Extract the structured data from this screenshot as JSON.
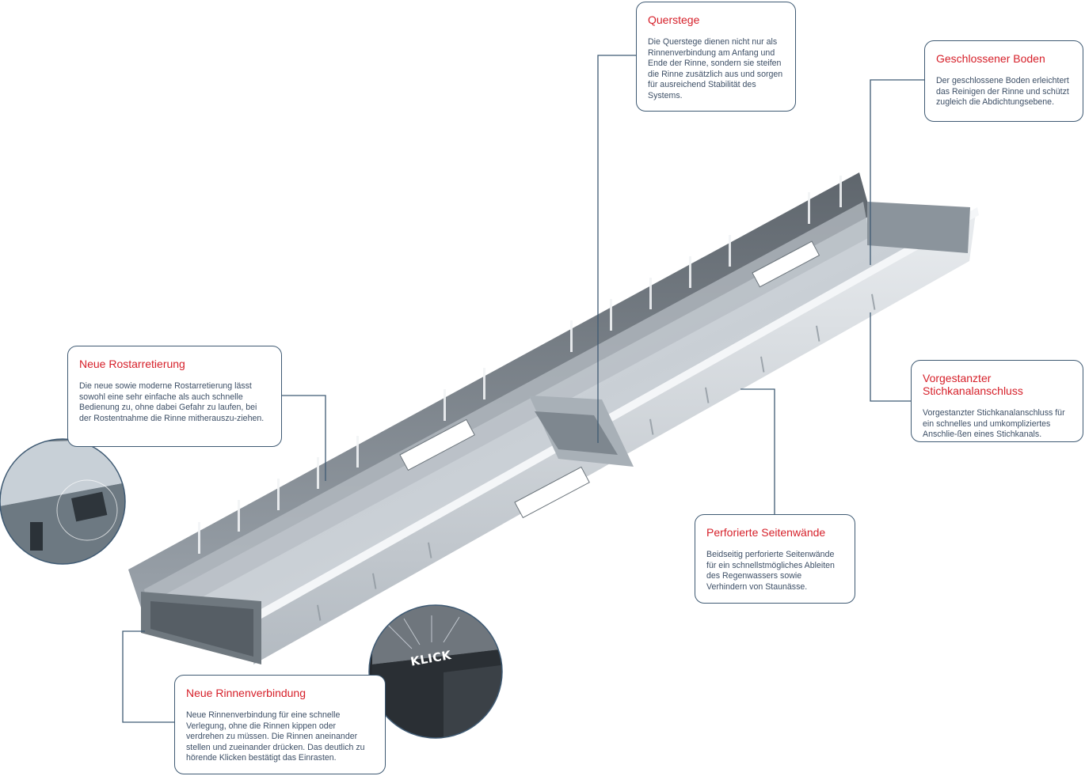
{
  "callouts": {
    "querstege": {
      "title": "Querstege",
      "text": "Die Querstege dienen nicht nur als Rinnenverbindung am Anfang und Ende der Rinne, sondern sie steifen die Rinne zusätzlich aus und sorgen für ausreichend Stabilität des Systems."
    },
    "boden": {
      "title": "Geschlossener Boden",
      "text": "Der geschlossene Boden erleichtert das Reinigen der Rinne und schützt zugleich die Abdichtungsebene."
    },
    "stichkanal": {
      "title": "Vorgestanzter Stichkanalanschluss",
      "text": "Vorgestanzter Stichkanalanschluss für ein schnelles und umkompliziertes Anschlie-ßen eines Stichkanals."
    },
    "seitenwaende": {
      "title": "Perforierte Seitenwände",
      "text": "Beidseitig perforierte Seitenwände für ein schnellstmögliches Ableiten des Regenwassers sowie Verhindern von Staunässe."
    },
    "rostarretierung": {
      "title": "Neue Rostarretierung",
      "text": "Die neue sowie moderne Rostarretierung lässt sowohl eine sehr einfache als auch schnelle Bedienung zu, ohne dabei Gefahr zu laufen, bei der Rostentnahme die Rinne mitherauszu-ziehen."
    },
    "rinnenverbindung": {
      "title": "Neue Rinnenverbindung",
      "text": "Neue Rinnenverbindung für eine schnelle Verlegung, ohne die Rinnen kippen oder verdrehen zu müssen. Die Rinnen aneinander stellen und zueinander drücken. Das deutlich zu hörende Klicken bestätigt das Einrasten."
    }
  },
  "detail_badge": "KLICK",
  "colors": {
    "title_red": "#d6202a",
    "text_blue": "#3d4f66",
    "line_blue": "#3f5a73",
    "steel_light": "#d4d9de",
    "steel_dark": "#7c858d"
  }
}
